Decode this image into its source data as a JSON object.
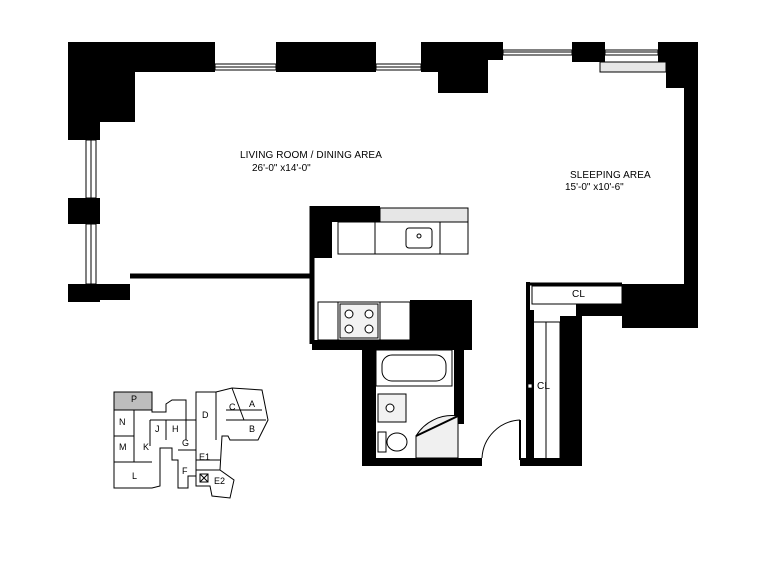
{
  "rooms": {
    "living": {
      "name": "LIVING ROOM / DINING AREA",
      "dim": "26'-0\" x14'-0\""
    },
    "sleeping": {
      "name": "SLEEPING AREA",
      "dim": "15'-0\" x10'-6\""
    },
    "closet1": {
      "name": "CL"
    },
    "closet2": {
      "name": "CL"
    }
  },
  "key_plan": {
    "units": [
      "P",
      "N",
      "J",
      "H",
      "D",
      "C",
      "A",
      "B",
      "M",
      "K",
      "G",
      "E1",
      "F",
      "L",
      "E2"
    ],
    "highlighted": "P",
    "highlight_color": "#bdbdbd"
  },
  "colors": {
    "wall": "#000000",
    "fixture": "#e6e6e6",
    "line": "#000000"
  }
}
